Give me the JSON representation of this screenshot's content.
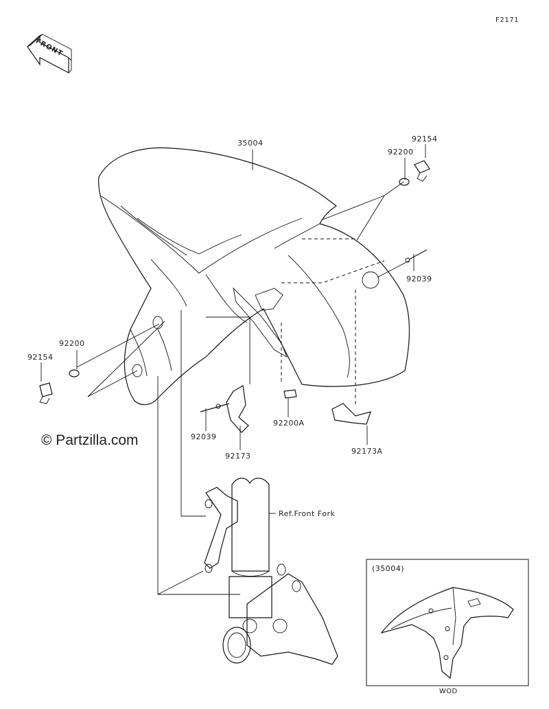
{
  "figure": {
    "code": "F2171"
  },
  "direction_badge": {
    "text": "FRONT",
    "icon": "front-arrow-icon"
  },
  "watermark": {
    "text": "© Partzilla.com"
  },
  "callouts": {
    "fender": "35004",
    "washer_right": "92200",
    "bolt_right": "92154",
    "pin_right": "92039",
    "washer_left": "92200",
    "bolt_left": "92154",
    "pin_left": "92039",
    "clamp_left": "92173",
    "plate_center": "92200A",
    "clamp_right": "92173A",
    "fork_ref": "Ref.Front Fork"
  },
  "inset": {
    "title": "(35004)",
    "tag": "WOD"
  }
}
